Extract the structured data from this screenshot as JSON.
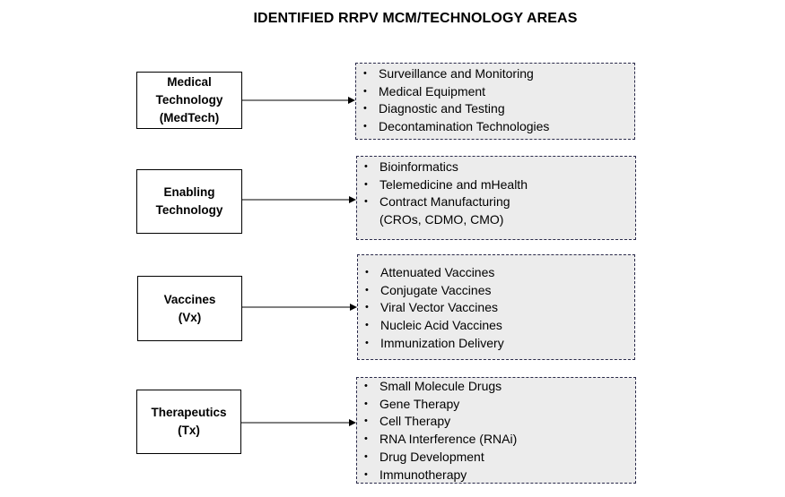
{
  "title": "IDENTIFIED RRPV MCM/TECHNOLOGY AREAS",
  "categories": [
    {
      "label_lines": [
        "Medical",
        "Technology",
        "(MedTech)"
      ],
      "items": [
        {
          "text": "Surveillance and Monitoring"
        },
        {
          "text": "Medical Equipment"
        },
        {
          "text": "Diagnostic and Testing"
        },
        {
          "text": "Decontamination Technologies"
        }
      ]
    },
    {
      "label_lines": [
        "Enabling",
        "Technology"
      ],
      "items": [
        {
          "text": "Bioinformatics"
        },
        {
          "text": "Telemedicine and mHealth"
        },
        {
          "text": "Contract Manufacturing",
          "continuation": "(CROs, CDMO, CMO)"
        }
      ]
    },
    {
      "label_lines": [
        "Vaccines",
        "(Vx)"
      ],
      "items": [
        {
          "text": "Attenuated Vaccines"
        },
        {
          "text": "Conjugate Vaccines"
        },
        {
          "text": "Viral Vector Vaccines"
        },
        {
          "text": "Nucleic Acid Vaccines"
        },
        {
          "text": "Immunization Delivery"
        }
      ]
    },
    {
      "label_lines": [
        "Therapeutics",
        "(Tx)"
      ],
      "items": [
        {
          "text": "Small Molecule Drugs"
        },
        {
          "text": "Gene Therapy"
        },
        {
          "text": "Cell Therapy"
        },
        {
          "text": "RNA Interference (RNAi)"
        },
        {
          "text": "Drug Development"
        },
        {
          "text": "Immunotherapy"
        }
      ]
    }
  ]
}
